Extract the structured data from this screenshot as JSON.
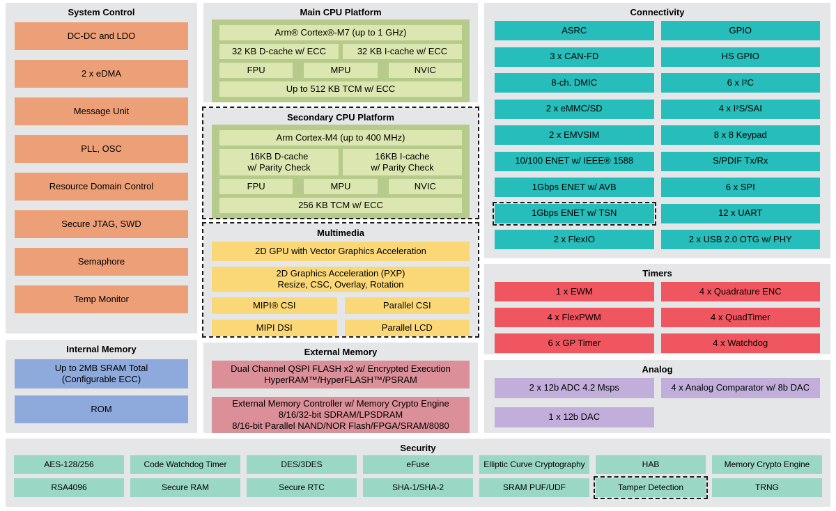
{
  "colors": {
    "panel": "#E5E6E7",
    "orange": "#EDA077",
    "greenouter": "#B5CA8B",
    "greenblock": "#DCE6B0",
    "yellow": "#FBD877",
    "teal": "#27BDBA",
    "red": "#F0565F",
    "purple": "#C2AEDB",
    "blue": "#8EA9DC",
    "pink": "#DA8F99",
    "mint": "#9AD7C4",
    "dash": "#1A1A1A"
  },
  "system_control": {
    "title": "System Control",
    "items": [
      "DC-DC and LDO",
      "2 x eDMA",
      "Message Unit",
      "PLL, OSC",
      "Resource Domain Control",
      "Secure JTAG, SWD",
      "Semaphore",
      "Temp Monitor"
    ]
  },
  "internal_memory": {
    "title": "Internal Memory",
    "items": [
      "Up to 2MB SRAM Total\n(Configurable ECC)",
      "ROM"
    ]
  },
  "main_cpu": {
    "title": "Main CPU Platform",
    "core": "Arm® Cortex®-M7 (up to 1 GHz)",
    "dcache": "32 KB D-cache w/ ECC",
    "icache": "32 KB I-cache w/ ECC",
    "fpu": "FPU",
    "mpu": "MPU",
    "nvic": "NVIC",
    "tcm": "Up to 512 KB TCM w/ ECC"
  },
  "secondary_cpu": {
    "title": "Secondary CPU Platform",
    "core": "Arm Cortex-M4 (up to 400 MHz)",
    "dcache": "16KB D-cache\nw/ Parity Check",
    "icache": "16KB I-cache\nw/ Parity Check",
    "fpu": "FPU",
    "mpu": "MPU",
    "nvic": "NVIC",
    "tcm": "256 KB TCM w/ ECC"
  },
  "multimedia": {
    "title": "Multimedia",
    "gpu": "2D GPU with Vector Graphics Acceleration",
    "pxp": "2D Graphics Acceleration (PXP)\nResize, CSC, Overlay, Rotation",
    "io": [
      "MIPI® CSI",
      "Parallel CSI",
      "MIPI DSI",
      "Parallel LCD"
    ]
  },
  "external_memory": {
    "title": "External Memory",
    "items": [
      "Dual Channel QSPI FLASH x2 w/ Encrypted Execution\nHyperRAM™/HyperFLASH™/PSRAM",
      "External Memory Controller w/ Memory Crypto Engine\n8/16/32-bit SDRAM/LPSDRAM\n8/16-bit Parallel NAND/NOR Flash/FPGA/SRAM/8080"
    ]
  },
  "connectivity": {
    "title": "Connectivity",
    "left": [
      "ASRC",
      "3 x CAN-FD",
      "8-ch. DMIC",
      "2 x eMMC/SD",
      "2 x EMVSIM",
      "10/100 ENET w/ IEEE® 1588",
      "1Gbps ENET w/ AVB",
      "1Gbps ENET w/ TSN",
      "2 x FlexIO"
    ],
    "left_dashed_index": 7,
    "right": [
      "GPIO",
      "HS GPIO",
      "6 x I²C",
      "4 x I²S/SAI",
      "8 x 8 Keypad",
      "S/PDIF Tx/Rx",
      "6 x SPI",
      "12 x UART",
      "2 x USB 2.0 OTG w/ PHY"
    ]
  },
  "timers": {
    "title": "Timers",
    "left": [
      "1 x EWM",
      "4 x FlexPWM",
      "6 x GP Timer"
    ],
    "right": [
      "4 x Quadrature ENC",
      "4 x QuadTimer",
      "4 x Watchdog"
    ]
  },
  "analog": {
    "title": "Analog",
    "left": [
      "2 x 12b ADC 4.2 Msps",
      "1 x 12b DAC"
    ],
    "right": [
      "4 x Analog Comparator w/ 8b DAC"
    ]
  },
  "security": {
    "title": "Security",
    "row1": [
      "AES-128/256",
      "Code Watchdog Timer",
      "DES/3DES",
      "eFuse",
      "Elliptic Curve Cryptography",
      "HAB",
      "Memory Crypto Engine"
    ],
    "row2": [
      "RSA4096",
      "Secure RAM",
      "Secure RTC",
      "SHA-1/SHA-2",
      "SRAM PUF/UDF",
      "Tamper Detection",
      "TRNG"
    ],
    "row2_dashed_index": 5
  }
}
